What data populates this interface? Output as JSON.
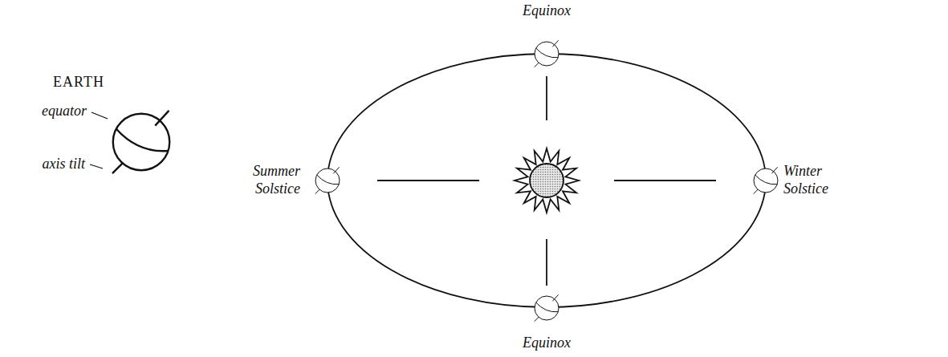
{
  "diagram": {
    "labels": [
      "EARTH",
      "equator",
      "axis tilt",
      "Equinox",
      "Summer Solstice",
      "Winter Solstice",
      "Equinox"
    ]
  }
}
